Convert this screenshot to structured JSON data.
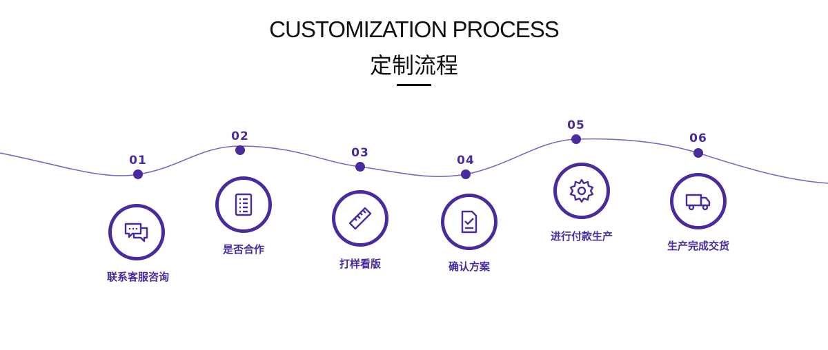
{
  "header": {
    "title_en": "CUSTOMIZATION PROCESS",
    "title_cn": "定制流程"
  },
  "colors": {
    "accent": "#4a2a9c",
    "line": "#7e64c2",
    "text": "#111111"
  },
  "steps": [
    {
      "num": "01",
      "label": "联系客服咨询",
      "icon": "chat-bubbles-icon"
    },
    {
      "num": "02",
      "label": "是否合作",
      "icon": "document-list-icon"
    },
    {
      "num": "03",
      "label": "打样看版",
      "icon": "ruler-icon"
    },
    {
      "num": "04",
      "label": "确认方案",
      "icon": "checklist-icon"
    },
    {
      "num": "05",
      "label": "进行付款生产",
      "icon": "gear-icon"
    },
    {
      "num": "06",
      "label": "生产完成交货",
      "icon": "delivery-truck-icon"
    }
  ]
}
